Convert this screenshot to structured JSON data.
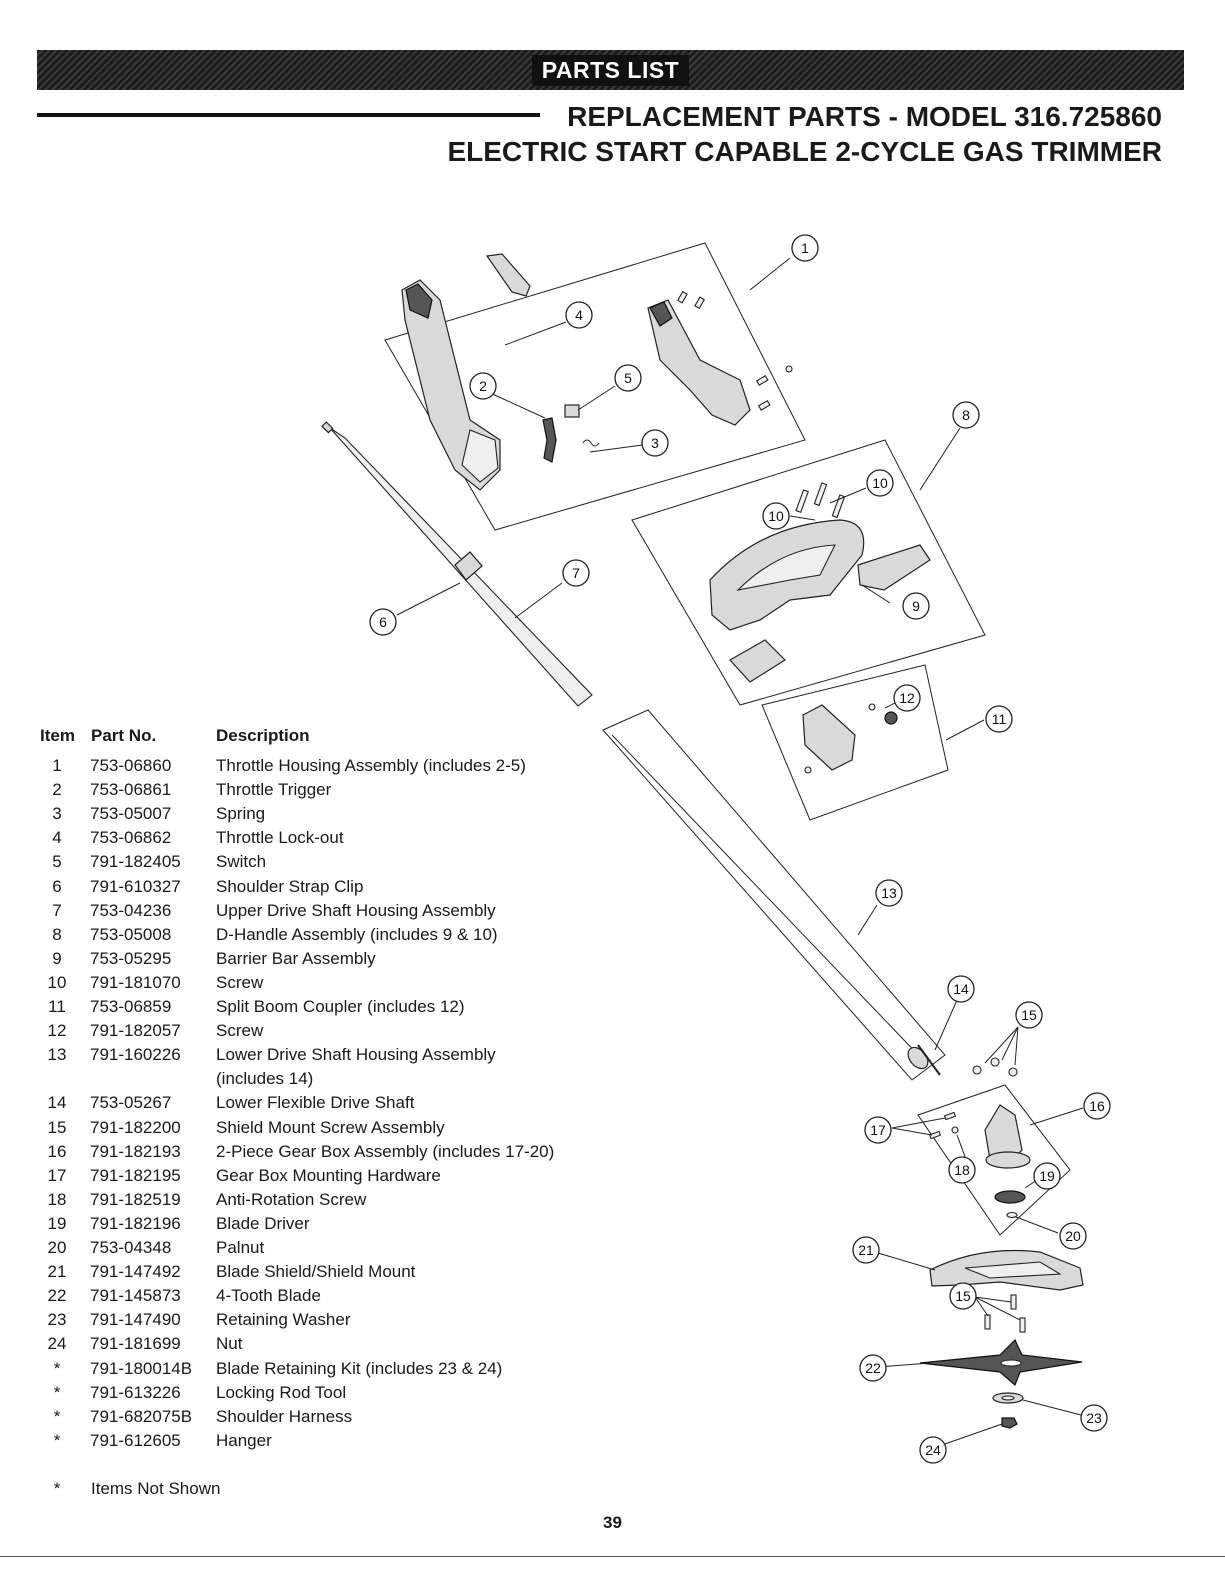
{
  "banner": {
    "label": "PARTS LIST"
  },
  "title": {
    "line1": "REPLACEMENT PARTS - MODEL 316.725860",
    "line2": "ELECTRIC START CAPABLE 2-CYCLE GAS TRIMMER"
  },
  "table": {
    "headers": {
      "item": "Item",
      "part": "Part No.",
      "desc": "Description"
    },
    "rows": [
      {
        "item": "1",
        "part": "753-06860",
        "desc": "Throttle Housing Assembly (includes 2-5)"
      },
      {
        "item": "2",
        "part": "753-06861",
        "desc": "Throttle Trigger"
      },
      {
        "item": "3",
        "part": "753-05007",
        "desc": "Spring"
      },
      {
        "item": "4",
        "part": "753-06862",
        "desc": "Throttle Lock-out"
      },
      {
        "item": "5",
        "part": "791-182405",
        "desc": "Switch"
      },
      {
        "item": "6",
        "part": "791-610327",
        "desc": "Shoulder Strap Clip"
      },
      {
        "item": "7",
        "part": "753-04236",
        "desc": "Upper Drive Shaft Housing Assembly"
      },
      {
        "item": "8",
        "part": "753-05008",
        "desc": "D-Handle Assembly (includes 9 & 10)"
      },
      {
        "item": "9",
        "part": "753-05295",
        "desc": "Barrier Bar Assembly"
      },
      {
        "item": "10",
        "part": "791-181070",
        "desc": "Screw"
      },
      {
        "item": "11",
        "part": "753-06859",
        "desc": "Split Boom Coupler (includes 12)"
      },
      {
        "item": "12",
        "part": "791-182057",
        "desc": "Screw"
      },
      {
        "item": "13",
        "part": "791-160226",
        "desc": "Lower Drive Shaft Housing Assembly"
      },
      {
        "item": "",
        "part": "",
        "desc": "(includes 14)"
      },
      {
        "item": "14",
        "part": "753-05267",
        "desc": "Lower Flexible Drive Shaft"
      },
      {
        "item": "15",
        "part": "791-182200",
        "desc": "Shield Mount Screw Assembly"
      },
      {
        "item": "16",
        "part": "791-182193",
        "desc": "2-Piece Gear Box Assembly (includes 17-20)"
      },
      {
        "item": "17",
        "part": "791-182195",
        "desc": "Gear Box Mounting Hardware"
      },
      {
        "item": "18",
        "part": "791-182519",
        "desc": "Anti-Rotation Screw"
      },
      {
        "item": "19",
        "part": "791-182196",
        "desc": "Blade Driver"
      },
      {
        "item": "20",
        "part": "753-04348",
        "desc": "Palnut"
      },
      {
        "item": "21",
        "part": "791-147492",
        "desc": "Blade Shield/Shield Mount"
      },
      {
        "item": "22",
        "part": "791-145873",
        "desc": "4-Tooth Blade"
      },
      {
        "item": "23",
        "part": "791-147490",
        "desc": "Retaining Washer"
      },
      {
        "item": "24",
        "part": "791-181699",
        "desc": "Nut"
      },
      {
        "item": "*",
        "part": "791-180014B",
        "desc": "Blade Retaining Kit (includes 23 & 24)"
      },
      {
        "item": "*",
        "part": "791-613226",
        "desc": "Locking Rod Tool"
      },
      {
        "item": "*",
        "part": "791-682075B",
        "desc": "Shoulder Harness"
      },
      {
        "item": "*",
        "part": "791-612605",
        "desc": "Hanger"
      }
    ]
  },
  "footnote": {
    "star": "*",
    "text": "Items Not Shown"
  },
  "page_number": "39",
  "callouts": [
    "1",
    "2",
    "3",
    "4",
    "5",
    "6",
    "7",
    "8",
    "9",
    "10",
    "10",
    "11",
    "12",
    "13",
    "14",
    "15",
    "15",
    "16",
    "17",
    "18",
    "19",
    "20",
    "21",
    "22",
    "23",
    "24"
  ]
}
